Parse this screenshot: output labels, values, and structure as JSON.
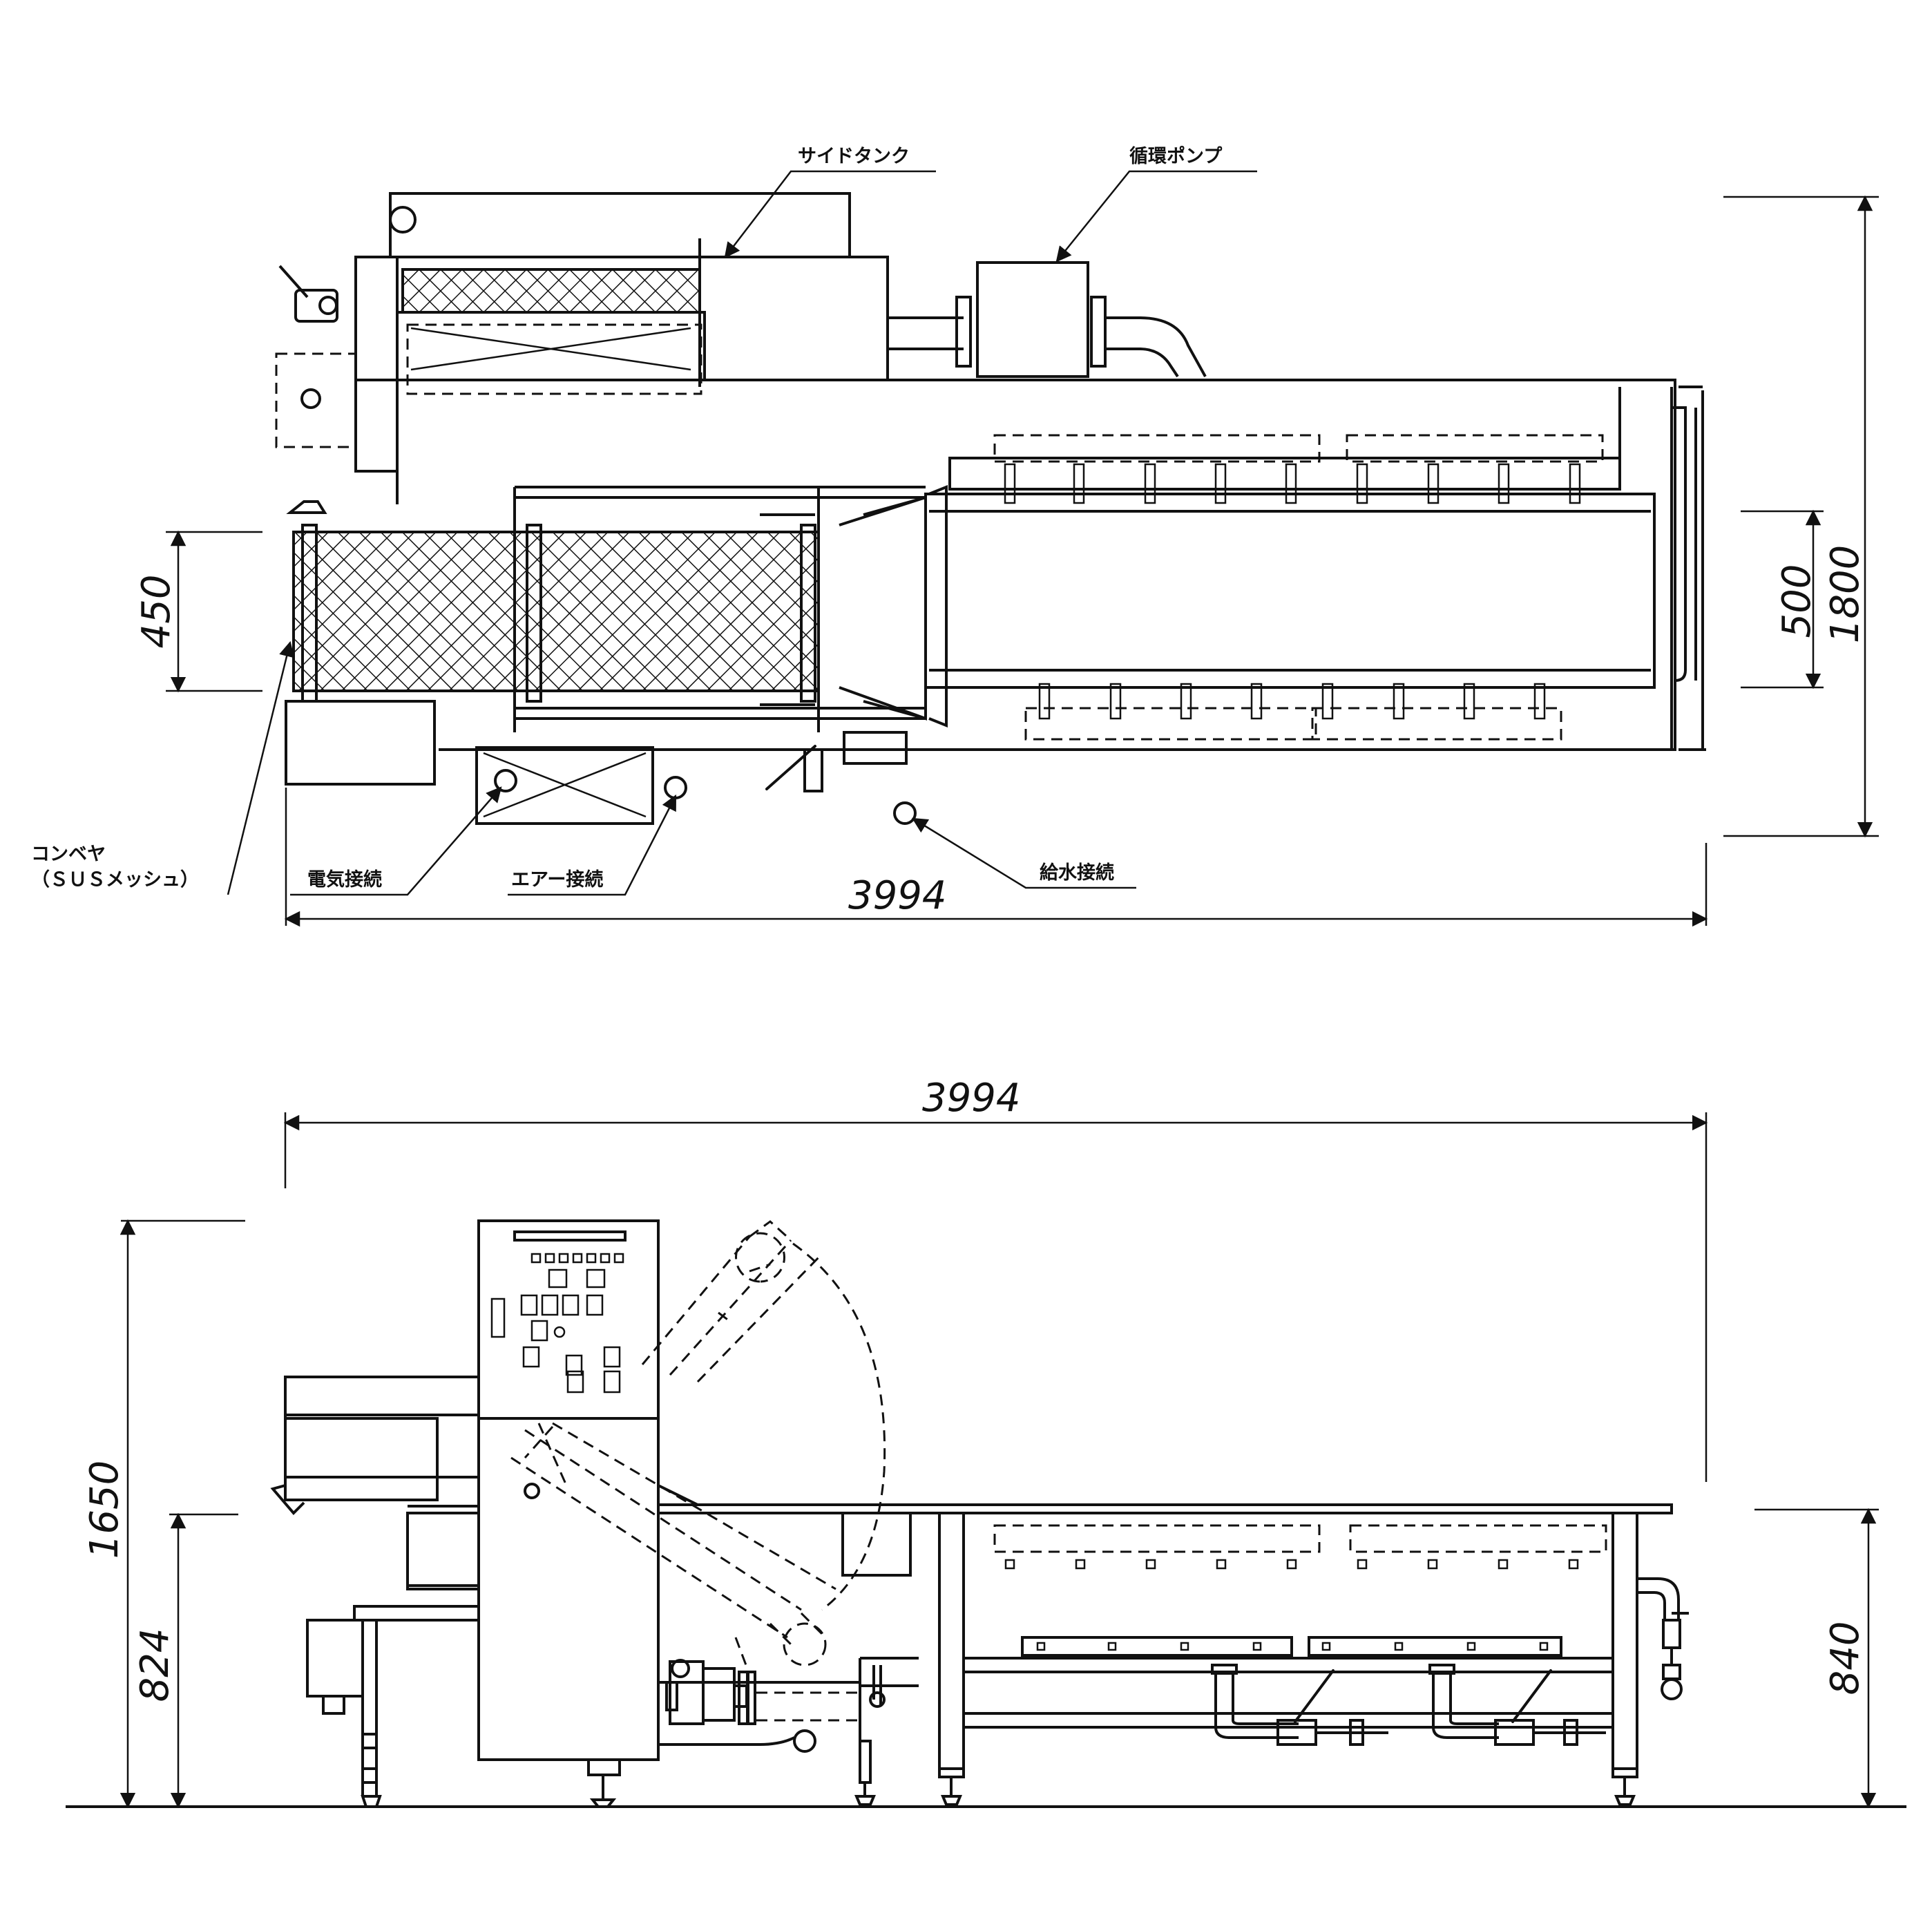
{
  "labels": {
    "side_tank": "サイドタンク",
    "circulation_pump": "循環ポンプ",
    "conveyor_line1": "コンベヤ",
    "conveyor_line2": "（ＳＵＳメッシュ）",
    "electric_connection": "電気接続",
    "air_connection": "エアー接続",
    "water_connection": "給水接続"
  },
  "dimensions": {
    "top_overall_length": "3994",
    "top_conveyor_width": "450",
    "top_tank_width": "500",
    "top_overall_width": "1800",
    "side_overall_length": "3994",
    "side_overall_height": "1650",
    "side_infeed_height": "824",
    "side_tank_height": "840"
  }
}
